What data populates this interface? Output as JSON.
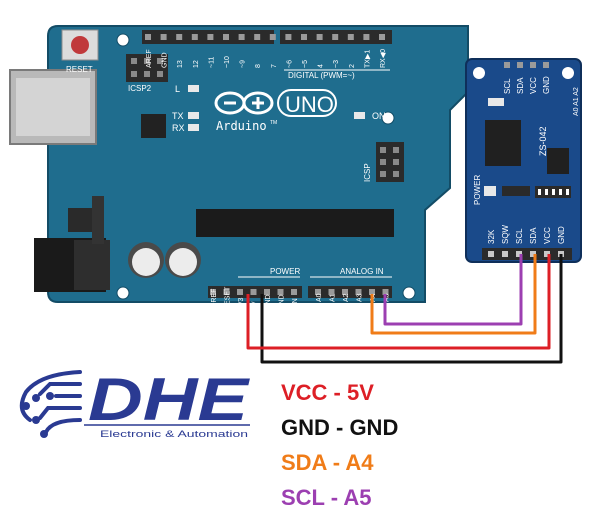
{
  "arduino": {
    "reset_label": "RESET",
    "icsp2_label": "ICSP2",
    "top_header_pins": [
      "AREF",
      "GND",
      "13",
      "12",
      "~11",
      "~10",
      "~9",
      "8",
      "7",
      "~6",
      "~5",
      "4",
      "~3",
      "2",
      "TX▶1",
      "RX◀0"
    ],
    "digital_label": "DIGITAL (PWM=~)",
    "l_led_label": "L",
    "tx_label": "TX",
    "rx_label": "RX",
    "model_label": "UNO",
    "brand_label": "Arduino",
    "tm_label": "TM",
    "on_label": "ON",
    "icsp_label": "ICSP",
    "power_label": "POWER",
    "power_pins": [
      "IOREF",
      "RESET",
      "3V3",
      "5V",
      "GND",
      "GND",
      "VIN"
    ],
    "analog_label": "ANALOG IN",
    "analog_pins": [
      "A0",
      "A1",
      "A2",
      "A3",
      "A4",
      "A5"
    ]
  },
  "rtc_module": {
    "pins_top": [
      "SCL",
      "SDA",
      "VCC",
      "GND"
    ],
    "model_label": "ZS-042",
    "addr_label": "A0 A1 A2",
    "power_label": "POWER",
    "pins_bottom": [
      "32K",
      "SQW",
      "SCL",
      "SDA",
      "VCC",
      "GND"
    ]
  },
  "logo": {
    "letters": "DHE",
    "tagline": "Electronic & Automation"
  },
  "legend": [
    {
      "text": "VCC - 5V",
      "color": "#dd1f26"
    },
    {
      "text": "GND - GND",
      "color": "#111111"
    },
    {
      "text": "SDA - A4",
      "color": "#f07c18"
    },
    {
      "text": "SCL - A5",
      "color": "#9c3fb1"
    }
  ],
  "colors": {
    "board": "#1f6d8e",
    "rtc_board": "#1a4a8a",
    "wire_vcc": "#dd1f26",
    "wire_gnd": "#111111",
    "wire_sda": "#f07c18",
    "wire_scl": "#9c3fb1",
    "logo_blue": "#2a3a92"
  }
}
